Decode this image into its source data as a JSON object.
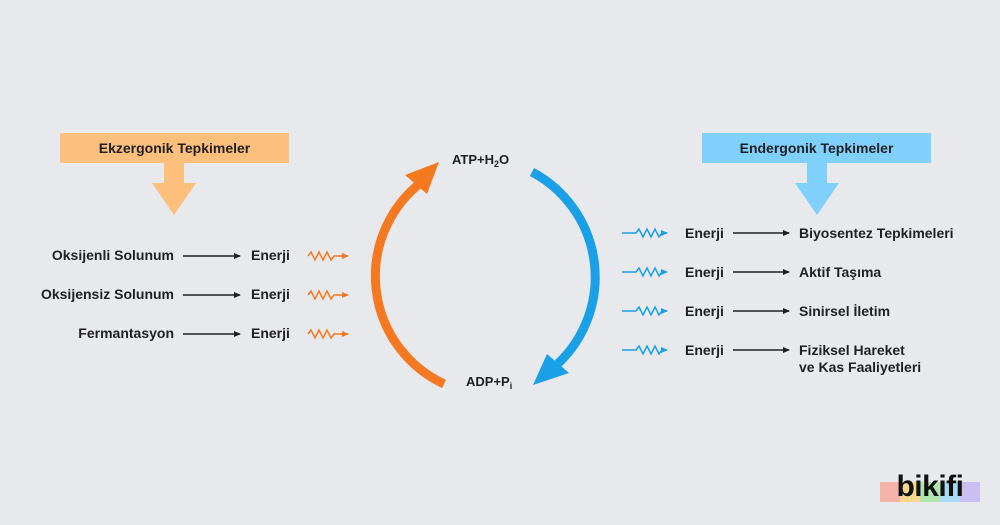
{
  "left": {
    "header": "Ekzergonik Tepkimeler",
    "items": [
      "Oksijenli Solunum",
      "Oksijensiz Solunum",
      "Fermantasyon"
    ],
    "product": "Enerji"
  },
  "right": {
    "header": "Endergonik Tepkimeler",
    "source": "Enerji",
    "items": [
      "Biyosentez Tepkimeleri",
      "Aktif Taşıma",
      "Sinirsel İletim",
      "Fiziksel Hareket",
      "ve Kas Faaliyetleri"
    ]
  },
  "cycle": {
    "top_a": "ATP+H",
    "top_sub": "2",
    "top_b": "O",
    "bottom_a": "ADP+P",
    "bottom_sub": "i"
  },
  "logo": {
    "text": "bikifi"
  },
  "colors": {
    "orange": "#f47920",
    "orange_light": "#fdbf7c",
    "blue": "#1aa0e6",
    "blue_light": "#7fd1fb",
    "background": "#e8e9ec"
  }
}
